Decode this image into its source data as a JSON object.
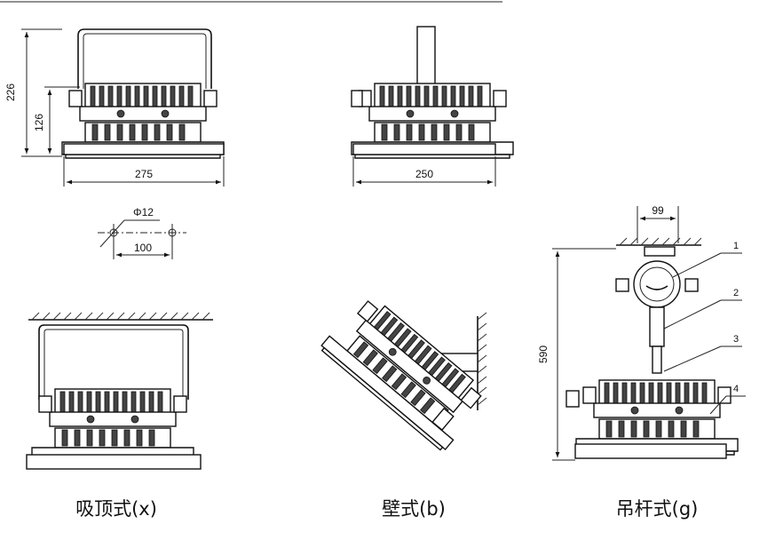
{
  "colors": {
    "line": "#222222",
    "background": "#ffffff"
  },
  "views": {
    "ceiling": {
      "caption": "吸顶式(x)",
      "dims": {
        "total_height": "226",
        "body_height": "126",
        "width": "275"
      },
      "hole": {
        "diameter": "Φ12",
        "spacing": "100"
      }
    },
    "wall": {
      "caption": "壁式(b)",
      "dims": {
        "width": "250"
      }
    },
    "pendant": {
      "caption": "吊杆式(g)",
      "dims": {
        "total_height": "590",
        "top_width": "99"
      },
      "callouts": [
        "1",
        "2",
        "3",
        "4"
      ]
    }
  }
}
